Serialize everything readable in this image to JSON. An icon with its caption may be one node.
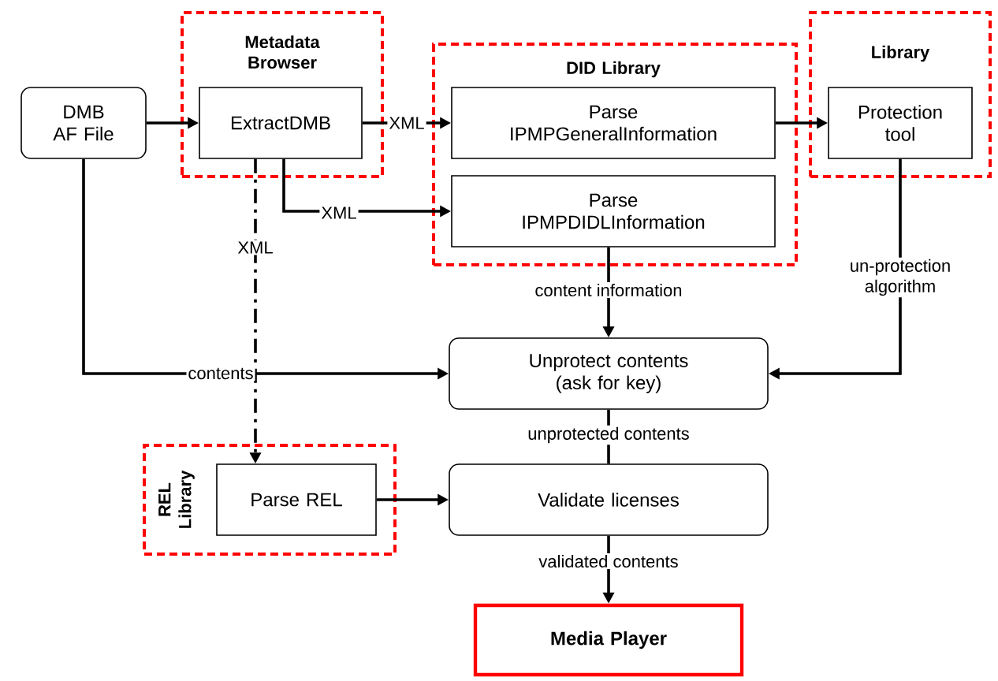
{
  "diagram": {
    "nodes": [
      {
        "text": [
          "DMB AF File"
        ]
      },
      {
        "text": [
          "Metadata Browser"
        ]
      },
      {
        "text": [
          "ExtractDMB"
        ],
        "in": 1
      },
      {
        "text": [
          "DID Library"
        ]
      },
      {
        "text": [
          "Parse IPMPGeneralInformation"
        ],
        "in": 3
      },
      {
        "text": [
          "Parse IPMPDIDLInformation"
        ],
        "in": 3
      },
      {
        "text": [
          "Library"
        ]
      },
      {
        "text": [
          "Protection tool"
        ],
        "in": 6
      },
      {
        "text": [
          "Unprotect contents (ask for key)"
        ]
      },
      {
        "text": [
          "REL Library"
        ]
      },
      {
        "text": [
          "Parse REL"
        ],
        "in": 9
      },
      {
        "text": [
          "Validate licenses"
        ]
      },
      {
        "text": [
          "Media Player"
        ]
      }
    ],
    "edges": [
      {
        "from": 0,
        "to": 2,
        "arrow": "to"
      },
      {
        "from": 2,
        "to": 4,
        "arrow": "to",
        "label": "XML"
      },
      {
        "from": 2,
        "to": 5,
        "arrow": "to",
        "label": "XML"
      },
      {
        "from": 2,
        "to": 10,
        "arrow": "to",
        "label": "XML",
        "style": "dashed"
      },
      {
        "from": 0,
        "to": 8,
        "arrow": "to",
        "label": "contents"
      },
      {
        "from": 4,
        "to": 7,
        "arrow": "to"
      },
      {
        "from": 5,
        "to": 8,
        "arrow": "to",
        "label": "content information"
      },
      {
        "from": 7,
        "to": 8,
        "arrow": "to",
        "label": "un-protection algorithm"
      },
      {
        "from": 8,
        "to": 11,
        "arrow": "none",
        "label": "unprotected contents"
      },
      {
        "from": 10,
        "to": 11,
        "arrow": "to"
      },
      {
        "from": 11,
        "to": 12,
        "arrow": "to",
        "label": "validated contents"
      }
    ]
  }
}
